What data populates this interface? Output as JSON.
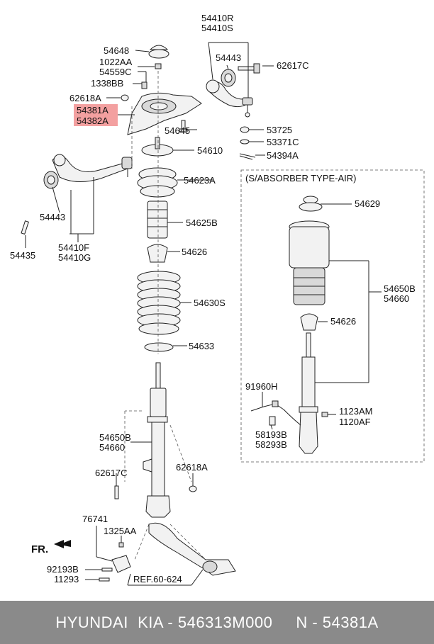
{
  "labels": {
    "p54410R": "54410R",
    "p54410S": "54410S",
    "p54648": "54648",
    "p54443_top": "54443",
    "p1022AA": "1022AA",
    "p62617C_top": "62617C",
    "p54559C": "54559C",
    "p1338BB": "1338BB",
    "p62618A_top": "62618A",
    "p54381A": "54381A",
    "p54382A": "54382A",
    "p54645": "54645",
    "p53725": "53725",
    "p53371C": "53371C",
    "p54610": "54610",
    "p54394A": "54394A",
    "p54623A": "54623A",
    "p54443_left": "54443",
    "p54625B": "54625B",
    "p54435": "54435",
    "p54410F": "54410F",
    "p54410G": "54410G",
    "p54626_left": "54626",
    "p54630S": "54630S",
    "p54633": "54633",
    "p54650B_left": "54650B",
    "p54660_left": "54660",
    "p62617C_bottom": "62617C",
    "p62618A_bottom": "62618A",
    "p76741": "76741",
    "p1325AA": "1325AA",
    "p92193B": "92193B",
    "p11293": "11293",
    "ref": "REF.60-624",
    "fr": "FR.",
    "air_title": "(S/ABSORBER TYPE-AIR)",
    "p54629": "54629",
    "p54650B_right": "54650B",
    "p54660_right": "54660",
    "p54626_right": "54626",
    "p91960H": "91960H",
    "p1123AM": "1123AM",
    "p1120AF": "1120AF",
    "p58193B": "58193B",
    "p58293B": "58293B"
  },
  "footer": {
    "text": "HYUNDAI  KIA - 546313M000     N - 54381A"
  },
  "colors": {
    "highlight": "#f3a0a0",
    "footer_bg": "#8a8a8a"
  }
}
